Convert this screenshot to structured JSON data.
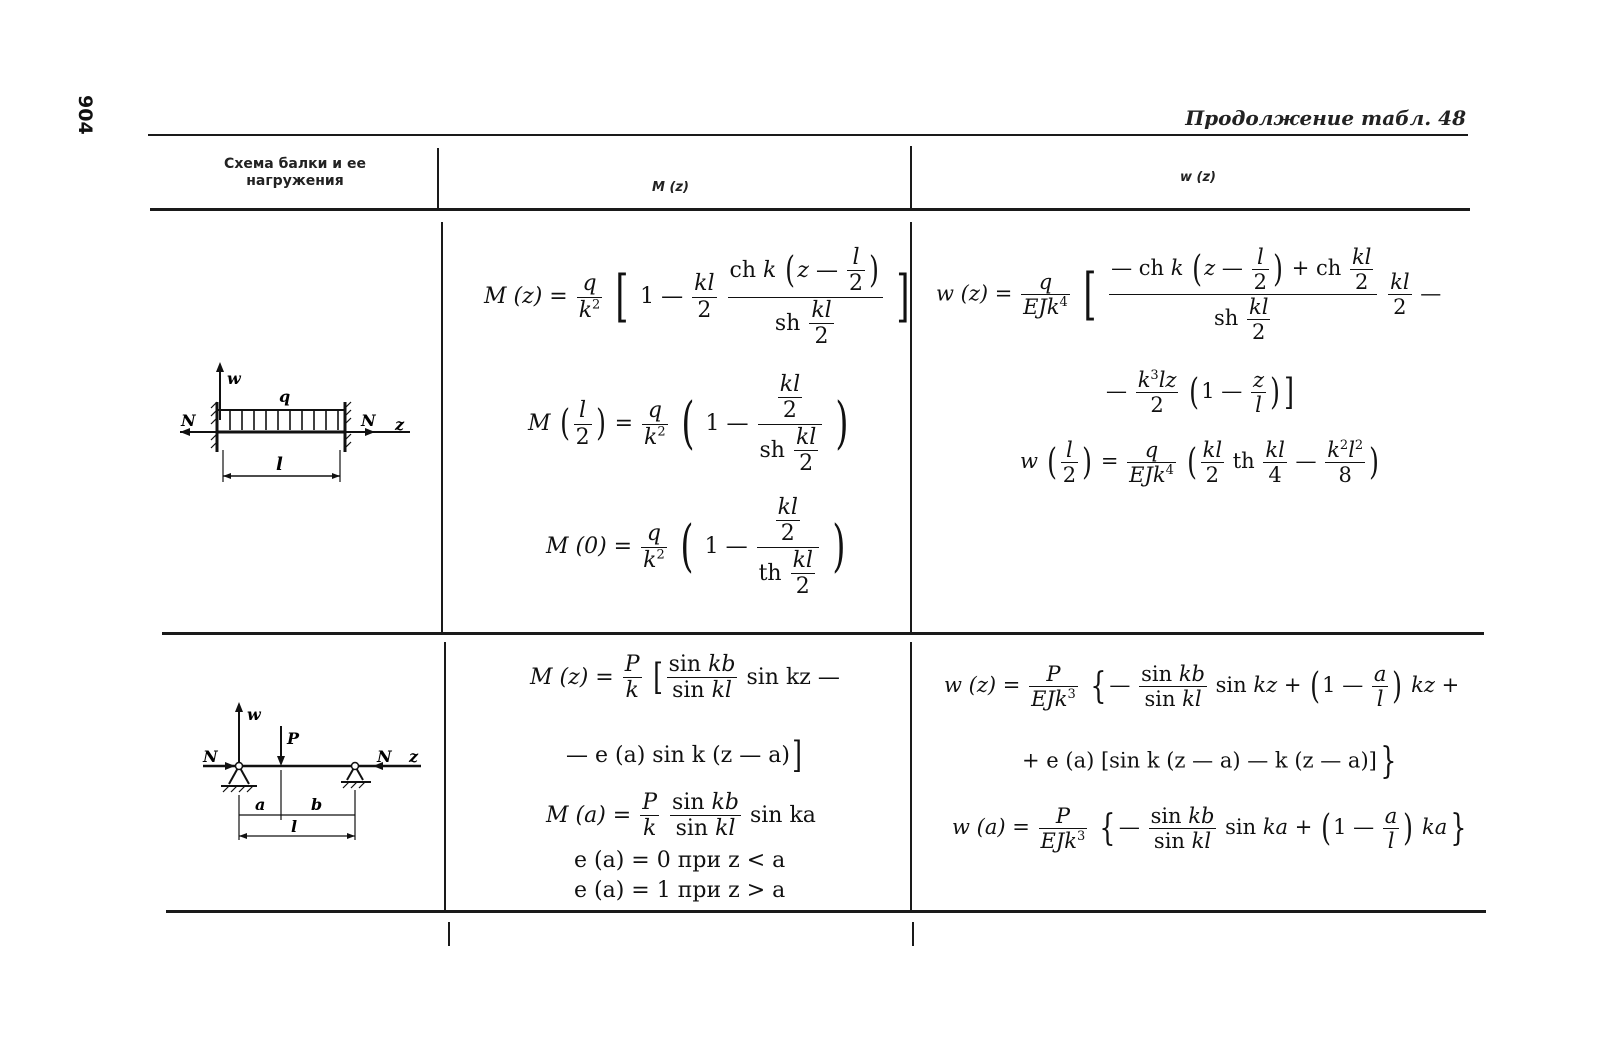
{
  "page_number": "904",
  "continuation": "Продолжение табл. 48",
  "table": {
    "headers": {
      "scheme": "Схема балки и ее нагружения",
      "moment": "M (z)",
      "deflection": "w (z)"
    }
  },
  "diagram1": {
    "w_label": "w",
    "q_label": "q",
    "n_left": "N",
    "n_right": "N",
    "z_label": "z",
    "l_label": "l"
  },
  "diagram2": {
    "w_label": "w",
    "p_label": "P",
    "n_left": "N",
    "n_right": "N",
    "z_label": "z",
    "a_label": "a",
    "b_label": "b",
    "l_label": "l"
  },
  "row1": {
    "moment": {
      "mz_lhs": "M (z) =",
      "ml2_lhs": "M",
      "m0_lhs": "M (0) ="
    },
    "deflection": {
      "wz_lhs": "w (z) =",
      "wl2_lhs": "w"
    }
  },
  "row2": {
    "moment": {
      "mz_lhs": "M (z) =",
      "mz_tail": "sin kz —",
      "mz_line2": "— e (a) sin k (z — a)",
      "ma_lhs": "M (a) =",
      "ma_tail": "sin ka",
      "cond1": "e (a) = 0  при  z < a",
      "cond2": "e (a) = 1  при  z > a"
    },
    "deflection": {
      "wz_lhs": "w (z) =",
      "wz_line2": "+ e (a) [sin k (z — a) — k (z — a)]",
      "wa_lhs": "w (a) ="
    }
  }
}
